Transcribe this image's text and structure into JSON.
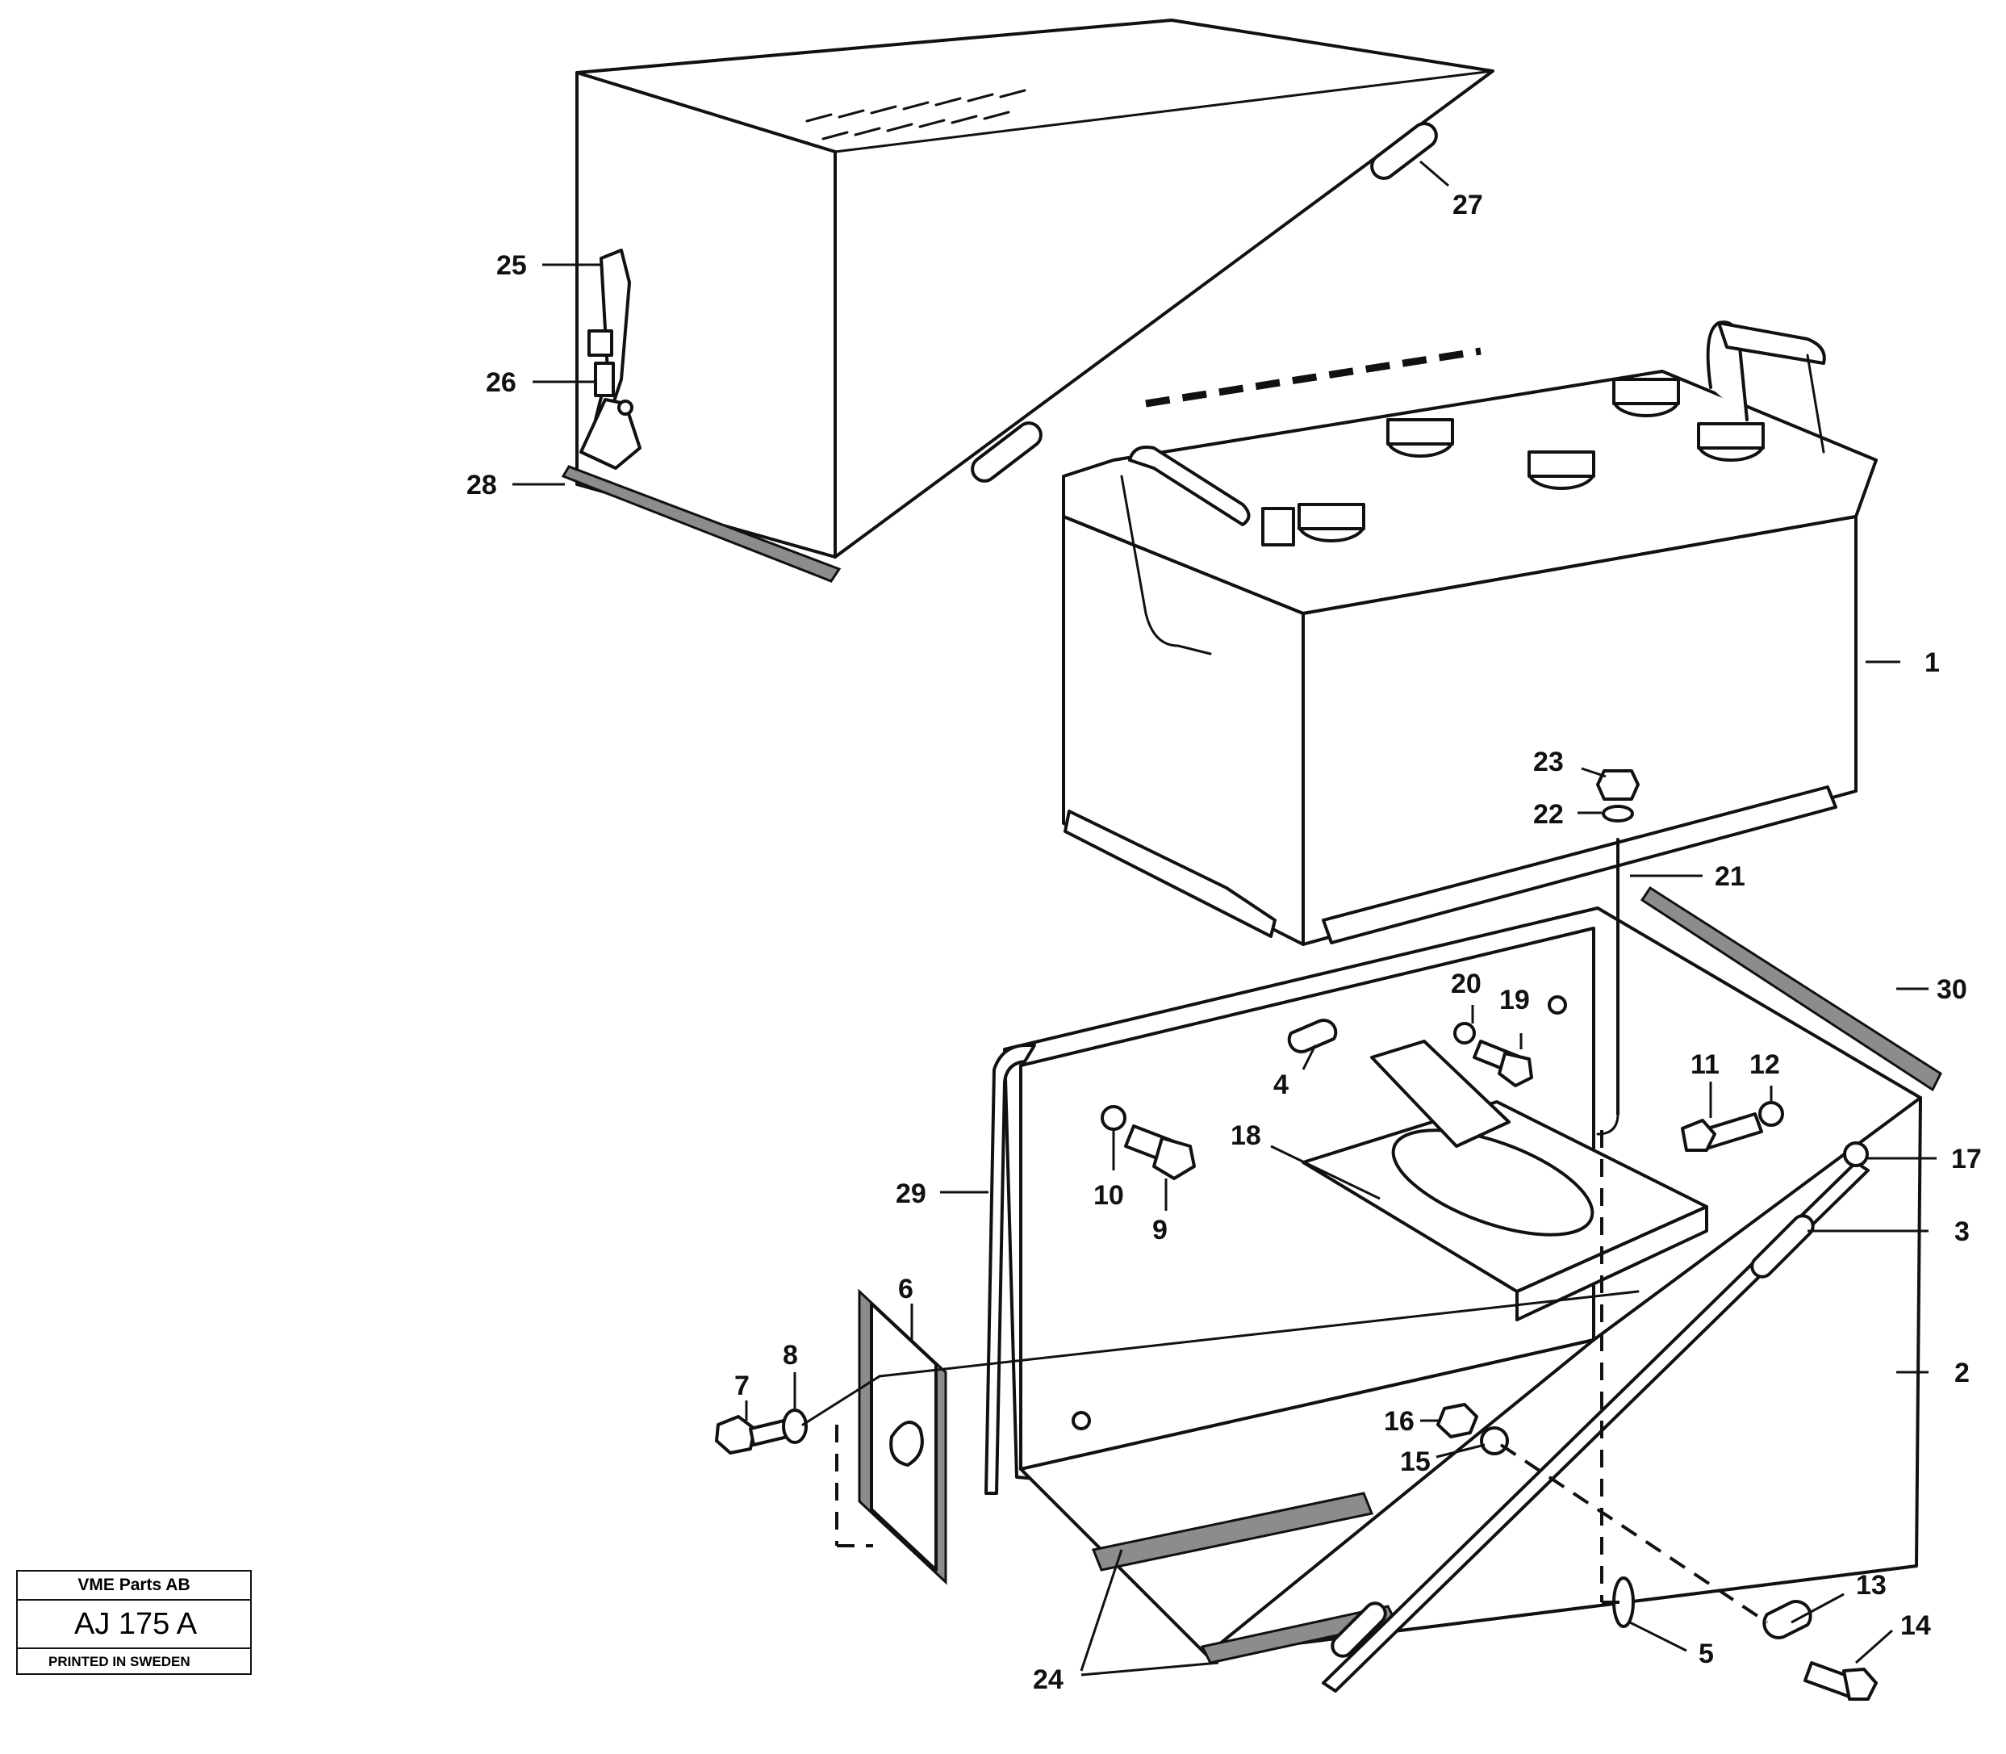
{
  "labels": [
    "1",
    "2",
    "3",
    "4",
    "5",
    "6",
    "7",
    "8",
    "9",
    "10",
    "11",
    "12",
    "13",
    "14",
    "15",
    "16",
    "17",
    "18",
    "19",
    "20",
    "21",
    "22",
    "23",
    "24",
    "25",
    "26",
    "27",
    "28",
    "29",
    "30"
  ],
  "title_block": {
    "company": "VME Parts AB",
    "code": "AJ 175  A",
    "printed": "PRINTED IN SWEDEN"
  }
}
